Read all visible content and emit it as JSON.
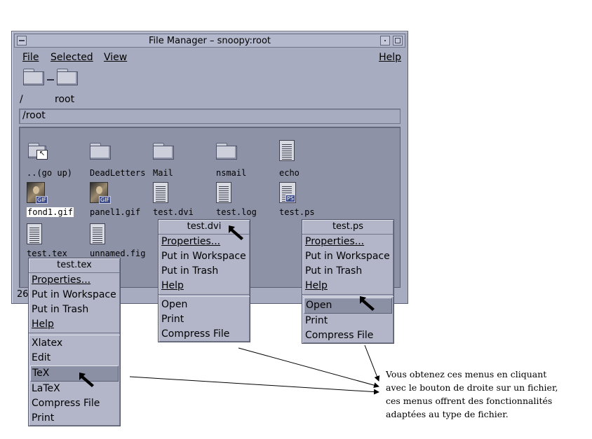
{
  "window": {
    "title": "File Manager – snoopy:root",
    "menu": [
      "File",
      "Selected",
      "View"
    ],
    "help": "Help",
    "path_labels": [
      "/",
      "root"
    ],
    "path_field": "/root",
    "status_fragment": "26"
  },
  "files": [
    {
      "name": "..(go up)",
      "icon": "go-up-folder-icon"
    },
    {
      "name": "DeadLetters",
      "icon": "folder-icon"
    },
    {
      "name": "Mail",
      "icon": "folder-icon"
    },
    {
      "name": "nsmail",
      "icon": "folder-icon"
    },
    {
      "name": "echo",
      "icon": "document-icon"
    },
    {
      "name": "fond1.gif",
      "icon": "gif-image-icon",
      "badge": "GIF"
    },
    {
      "name": "panel1.gif",
      "icon": "gif-image-icon",
      "badge": "GIF"
    },
    {
      "name": "test.dvi",
      "icon": "document-icon"
    },
    {
      "name": "test.log",
      "icon": "document-icon"
    },
    {
      "name": "test.ps",
      "icon": "postscript-icon",
      "badge": "PS"
    },
    {
      "name": "test.tex",
      "icon": "document-icon"
    },
    {
      "name": "unnamed.fig",
      "icon": "document-icon"
    }
  ],
  "menus": {
    "tex": {
      "title": "test.tex",
      "items": [
        "Properties...",
        "Put in Workspace",
        "Put in Trash",
        "Help",
        "Xlatex",
        "Edit",
        "TeX",
        "LaTeX",
        "Compress File",
        "Print"
      ]
    },
    "dvi": {
      "title": "test.dvi",
      "items": [
        "Properties...",
        "Put in Workspace",
        "Put in Trash",
        "Help",
        "Open",
        "Print",
        "Compress File"
      ]
    },
    "ps": {
      "title": "test.ps",
      "items": [
        "Properties...",
        "Put in Workspace",
        "Put in Trash",
        "Help",
        "Open",
        "Print",
        "Compress File"
      ]
    }
  },
  "caption": "Vous obtenez ces menus en cliquant avec le bouton de droite sur un fichier, ces menus offrent des fonctionnalités adaptées au type de fichier."
}
